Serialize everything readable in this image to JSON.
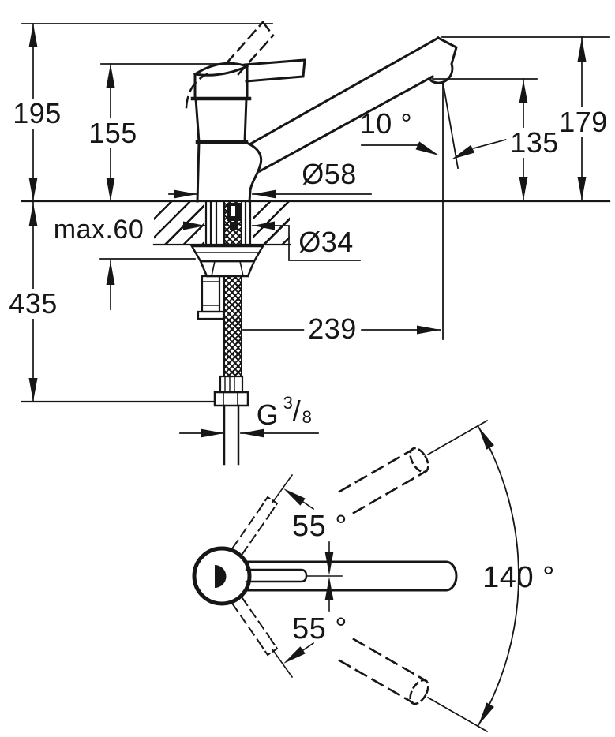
{
  "drawing": {
    "type": "faucet-installation-dimension-drawing",
    "units": "mm",
    "line_color": "#161616",
    "background_color": "#ffffff",
    "side_view": {
      "overall_height": "195",
      "body_height": "155",
      "spout_tip_height": "179",
      "outlet_height": "135",
      "spray_angle": "10 °",
      "base_diameter": "Ø58",
      "hole_diameter": "Ø34",
      "max_counter_thickness": "max.60",
      "below_counter_length": "435",
      "spout_reach": "239",
      "thread": {
        "prefix": "G",
        "numerator": "3",
        "slash": "/",
        "denominator": "8"
      }
    },
    "top_view": {
      "handle_angle_upper": "55 °",
      "handle_angle_lower": "55 °",
      "spout_swivel_range": "140 °"
    }
  }
}
